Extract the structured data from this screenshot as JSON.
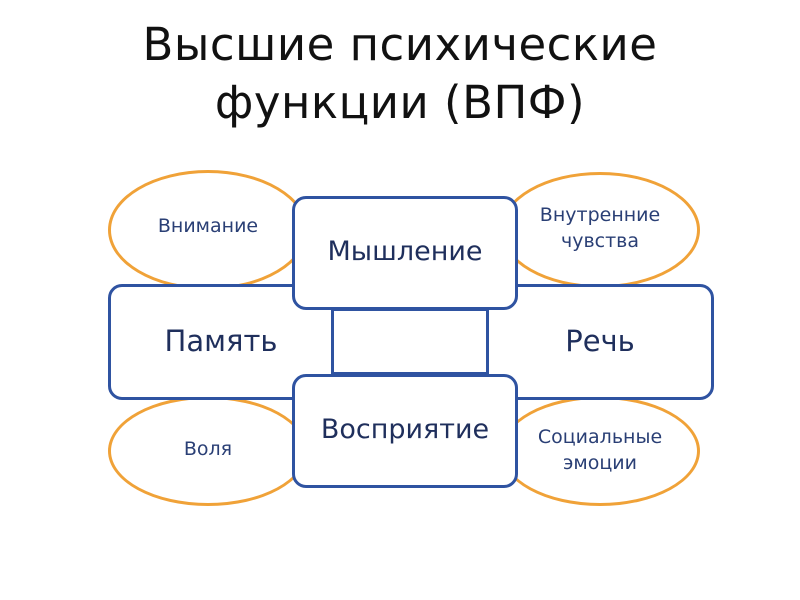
{
  "title": {
    "line1": "Высшие психические",
    "line2": "функции (ВПФ)"
  },
  "colors": {
    "oval_border": "#f0a238",
    "box_border": "#2f53a1",
    "oval_text": "#2a3f75",
    "box_text": "#1f2f5c"
  },
  "ovals": {
    "top_left": "Внимание",
    "top_right_line1": "Внутренние",
    "top_right_line2": "чувства",
    "bottom_left": "Воля",
    "bottom_right_line1": "Социальные",
    "bottom_right_line2": "эмоции"
  },
  "boxes": {
    "top_center": "Мышление",
    "middle_left": "Память",
    "middle_right": "Речь",
    "bottom_center": "Восприятие"
  }
}
